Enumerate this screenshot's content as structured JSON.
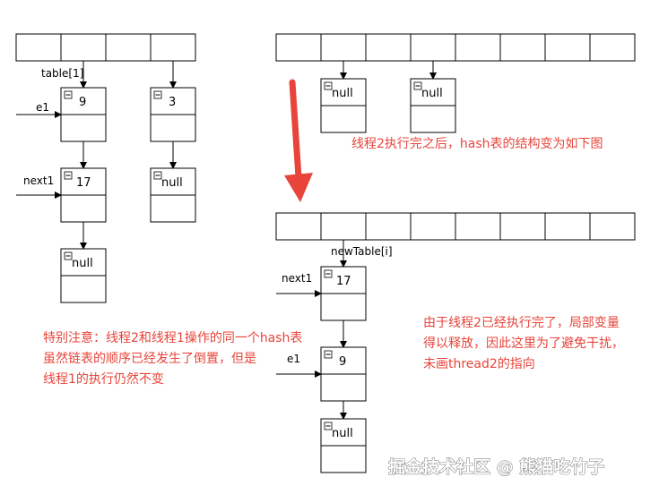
{
  "labels": {
    "table1": "table[1]",
    "e1_left": "e1",
    "next1_left": "next1",
    "new_table": "newTable[i]",
    "next1_right": "next1",
    "e1_right": "e1"
  },
  "left_nodes": {
    "n9": "9",
    "n3": "3",
    "n17": "17",
    "null_a": "null",
    "null_b": "null"
  },
  "right_top_nodes": {
    "null_1": "null",
    "null_2": "null"
  },
  "right_bottom_nodes": {
    "n17": "17",
    "n9": "9",
    "null_c": "null"
  },
  "notes": {
    "after_thread2": "线程2执行完之后，hash表的结构变为如下图",
    "special_line1": "特别注意：线程2和线程1操作的同一个hash表",
    "special_line2": "虽然链表的顺序已经发生了倒置，但是",
    "special_line3": "线程1的执行仍然不变",
    "thread2_line1": "由于线程2已经执行完了，局部变量",
    "thread2_line2": "得以释放，因此这里为了避免干扰，",
    "thread2_line3": "未画thread2的指向"
  },
  "watermark": "掘金技术社区 @ 熊猫吃竹子",
  "colors": {
    "note_red": "#e8443a",
    "big_arrow_red": "#e8443a",
    "line": "#000000"
  }
}
